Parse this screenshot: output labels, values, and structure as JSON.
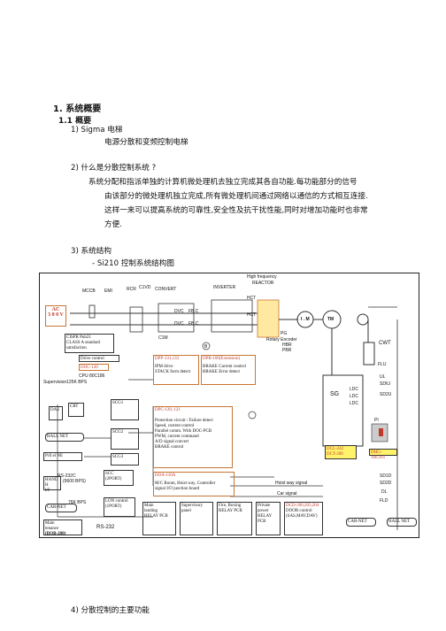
{
  "section": {
    "title": "1. 系统概要",
    "subtitle": "1.1  概要"
  },
  "items": {
    "i1_label": "1)  Sigma  电梯",
    "i1_text": "电源分散和变频控制电梯",
    "i2_label": "2)  什么是分散控制系统 ?",
    "i2_p1": "系统分配和指派单独的计算机微处理机去独立完成其各自功能.每功能部分的信号",
    "i2_p2": "由该部分的微处理机独立完成,所有微处理机间通过网络以通信的方式相互连接.",
    "i2_p3": "这样一来可以提高系统的可靠性,安全性及抗干扰性能,同时对增加功能时也非常",
    "i2_p4": "方便.",
    "i3_label": "3)  系统结构",
    "i3_text": "- Si210  控制系统结构图",
    "i4_label": "4)  分散控制的主要功能"
  },
  "diagram": {
    "mccb": "MCCB",
    "emi": "EMI",
    "rcr": "RCR",
    "c1vd": "C1VD",
    "convert": "CONVERT",
    "inverter": "INVERTER",
    "hf1": "High frequency",
    "hf2": "REACTOR",
    "ac": "AC",
    "v380": "3 8 0 V",
    "cispr1": "CISPR Pub21",
    "cispr2": "CLASS A standard",
    "cispr3": "satisfaction",
    "dvc1": "DVC",
    "dvc2": "DVC",
    "fbc1": "FB.C",
    "fbc2": "FB.C",
    "c1m": "C1M",
    "hct1": "HCT",
    "hct2": "HCT",
    "im": "I . M",
    "tm": "TM",
    "pg": "PG",
    "rotary": "Rotary Encoder",
    "hbr": "HBR",
    "pbr": "PBR",
    "b": "B",
    "cwt": "CWT",
    "drive_control": "Drive control",
    "doc": "DOC-120",
    "cpu": "CPU 80C186",
    "supervision": "Supervision125K BPS",
    "dpp": "DPP-131,133",
    "ipm": "IPM drive",
    "stack": "STACK form detect",
    "dpb": "DPB-100(Extension)",
    "brake1": "BRAKE Current control",
    "brake2": "BRAKE Error detect",
    "dpc": "DPC-120, 121",
    "prot1": "Protection circuit / Failure detect",
    "prot2": "Speed, current control",
    "prot3": "Parallel comm. With DOC-PCB",
    "prot4": "PWM, current command",
    "prot5": "A/D signal convert",
    "prot6": "BRAKE control",
    "doa": "DOA-110A",
    "mc1": "M/C Room, Hoist way, Controller",
    "mc2": "signal I/O junction board",
    "das": "DAS",
    "crt": "CRT",
    "hall_net_l": "HALL NET",
    "prll": "Prll el NE",
    "scg1": "SCG1",
    "scg2": "SCG2",
    "scg3": "SCG3",
    "rs232c": "RS-232C",
    "bps9600": "(9600 BPS)",
    "hand": "HAND  H",
    "if": "I/F",
    "scc": "SCC",
    "port2": "(2PORT)",
    "bps76": "76K BPS",
    "carnet_l": "CAR-NET",
    "lon1": "LON control",
    "lon2": "(1PORT)",
    "main1": "Main",
    "main2": "tenance",
    "dob": "(DOB-200)",
    "rs232": "RS-232",
    "mainlanding1": "Main",
    "mainlanding2": "landing",
    "mainlanding3": "RELAY PCB",
    "supv1": "Supervisory",
    "supv2": "panel",
    "fire1": "Fire, Boxing",
    "fire2": "RELAY PCB",
    "priv1": "Private",
    "priv2": "power",
    "priv3": "RELAY PCB",
    "dcd": "DCD-200,203,204",
    "door1": "DOOR control",
    "door2": "(SAS,MAV,DAV)",
    "sg": "SG",
    "ldc1": "LDC",
    "ldc2": "LDC",
    "ldc3": "LDC",
    "dcl": "DCL-242",
    "dct": "DCT-200",
    "flu": "FLU",
    "ul": "UL",
    "sdiu": "SDIU",
    "sd2u": "SD2U",
    "pi": "PI",
    "hall_indic": "DHG-160,161",
    "sd1d": "SD1D",
    "sd2d": "SD2D",
    "dl": "DL",
    "fld": "FLD",
    "hoist": "Hoist way signal",
    "car_signal": "Car signal",
    "carnet_r": "CAR-NET",
    "hall_net_r": "HALL NET"
  }
}
